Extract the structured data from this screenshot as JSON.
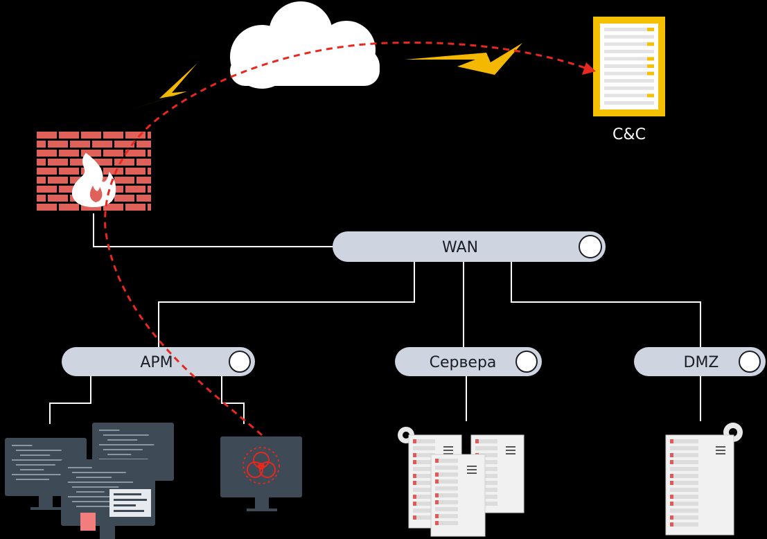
{
  "nodes": {
    "cnc": {
      "label": "C&C"
    },
    "wan": {
      "label": "WAN"
    },
    "arm": {
      "label": "АРМ"
    },
    "servers": {
      "label": "Сервера"
    },
    "dmz": {
      "label": "DMZ"
    }
  },
  "colors": {
    "background": "#000000",
    "pill": "#cfd4e1",
    "firewall": "#e0605a",
    "attack_path": "#e8281e",
    "lightning": "#f5b800",
    "cnc_frame": "#f5c000",
    "monitor": "#3e4a55",
    "server": "#f1f1f1",
    "server_led": "#e05a5a"
  },
  "icons": [
    "cloud-icon",
    "lightning-icon",
    "firewall-icon",
    "fire-icon",
    "server-rack-icon",
    "gear-icon",
    "monitor-icon",
    "biohazard-icon"
  ]
}
